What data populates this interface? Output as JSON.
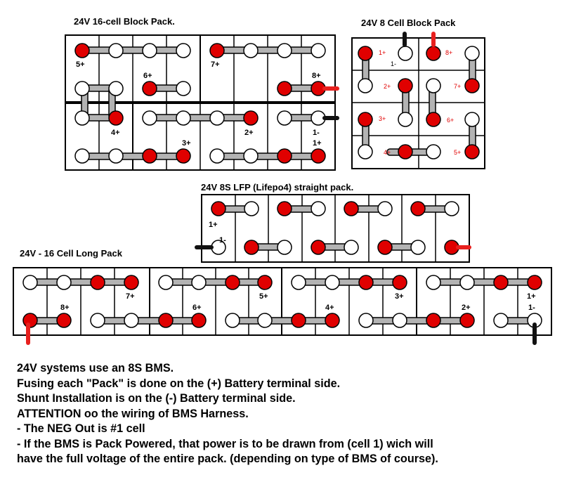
{
  "titles": {
    "block16": "24V 16-cell Block Pack.",
    "block8": "24V 8 Cell Block Pack",
    "straight8s": "24V 8S LFP (Lifepo4) straight pack.",
    "long16": "24V - 16 Cell Long Pack"
  },
  "block16_labels": [
    "5+",
    "6+",
    "7+",
    "8+",
    "4+",
    "3+",
    "2+",
    "1-",
    "1+"
  ],
  "block8_labels": [
    "1+",
    "1-",
    "8+",
    "2+",
    "7+",
    "3+",
    "6+",
    "4+",
    "5+"
  ],
  "straight_labels": [
    "1+",
    "1-"
  ],
  "long16_labels": [
    "8+",
    "7+",
    "6+",
    "5+",
    "4+",
    "3+",
    "2+",
    "1+",
    "1-"
  ],
  "notes": [
    "24V systems use an 8S BMS.",
    "Fusing each \"Pack\" is done on the (+) Battery terminal side.",
    "Shunt Installation is on the (-) Battery terminal side.",
    "ATTENTION oo the wiring of BMS Harness.",
    "- The NEG Out is #1 cell",
    "- If the BMS is Pack Powered, that power is to be drawn from (cell 1) wich will",
    "have the full voltage of the entire pack.  (depending on type of BMS of course)."
  ],
  "colors": {
    "positive_terminal": "#e00000",
    "negative_terminal": "#ffffff",
    "bus_bar": "#b3b3b3",
    "positive_lead": "#e8201e",
    "negative_lead": "#111111",
    "cell_outline": "#000000"
  }
}
